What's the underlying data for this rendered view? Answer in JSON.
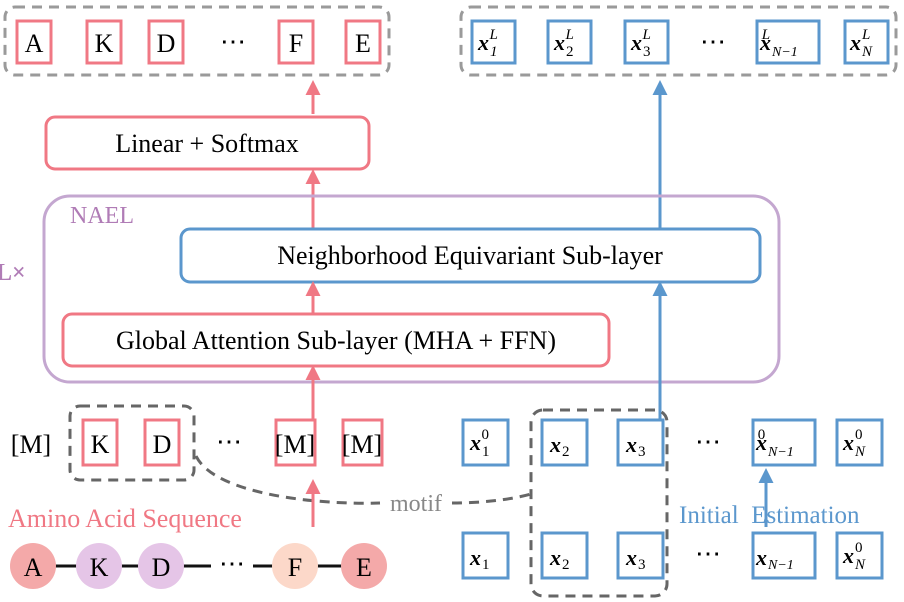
{
  "colors": {
    "red": "#f07884",
    "red_fill": "#f4a9a9",
    "blue": "#5b97cd",
    "purple": "#c4a7d0",
    "purple_text": "#b07cb6",
    "purple_fill": "#e5c5e7",
    "peach_fill": "#fcd8c9",
    "gray": "#888888"
  },
  "output_tokens": [
    "A",
    "K",
    "D",
    "⋯",
    "F",
    "E"
  ],
  "output_coords": {
    "items": [
      {
        "base": "x",
        "sub": "1",
        "sup": "L"
      },
      {
        "base": "x",
        "sub": "2",
        "sup": "L"
      },
      {
        "base": "x",
        "sub": "3",
        "sup": "L"
      },
      {
        "base": "x",
        "sub": "N−1",
        "sup": "L"
      },
      {
        "base": "x",
        "sub": "N",
        "sup": "L"
      }
    ],
    "ellipsis": "⋯"
  },
  "linear_softmax": "Linear + Softmax",
  "nael_label": "NAEL",
  "repeat_label": "L×",
  "equivariant_sublayer": "Neighborhood Equivariant Sub-layer",
  "attention_sublayer": "Global Attention Sub-layer (MHA + FFN)",
  "masked_tokens": [
    "[M]",
    "K",
    "D",
    "⋯",
    "[M]",
    "[M]"
  ],
  "input_coords": {
    "items": [
      {
        "base": "x",
        "sub": "1",
        "sup": "0"
      },
      {
        "base": "x",
        "sub": "2",
        "sup": ""
      },
      {
        "base": "x",
        "sub": "3",
        "sup": ""
      },
      {
        "base": "x",
        "sub": "N−1",
        "sup": "0"
      },
      {
        "base": "x",
        "sub": "N",
        "sup": "0"
      }
    ],
    "ellipsis": "⋯"
  },
  "motif_label": "motif",
  "amino_label": "Amino Acid Sequence",
  "initial_label": "Initial  Estimation",
  "sequence_nodes": [
    "A",
    "K",
    "D",
    "⋯",
    "F",
    "E"
  ],
  "ground_coords": {
    "items": [
      {
        "base": "x",
        "sub": "1",
        "sup": ""
      },
      {
        "base": "x",
        "sub": "2",
        "sup": ""
      },
      {
        "base": "x",
        "sub": "3",
        "sup": ""
      },
      {
        "base": "x",
        "sub": "N−1",
        "sup": ""
      },
      {
        "base": "x",
        "sub": "N",
        "sup": "0"
      }
    ],
    "ellipsis": "⋯"
  }
}
